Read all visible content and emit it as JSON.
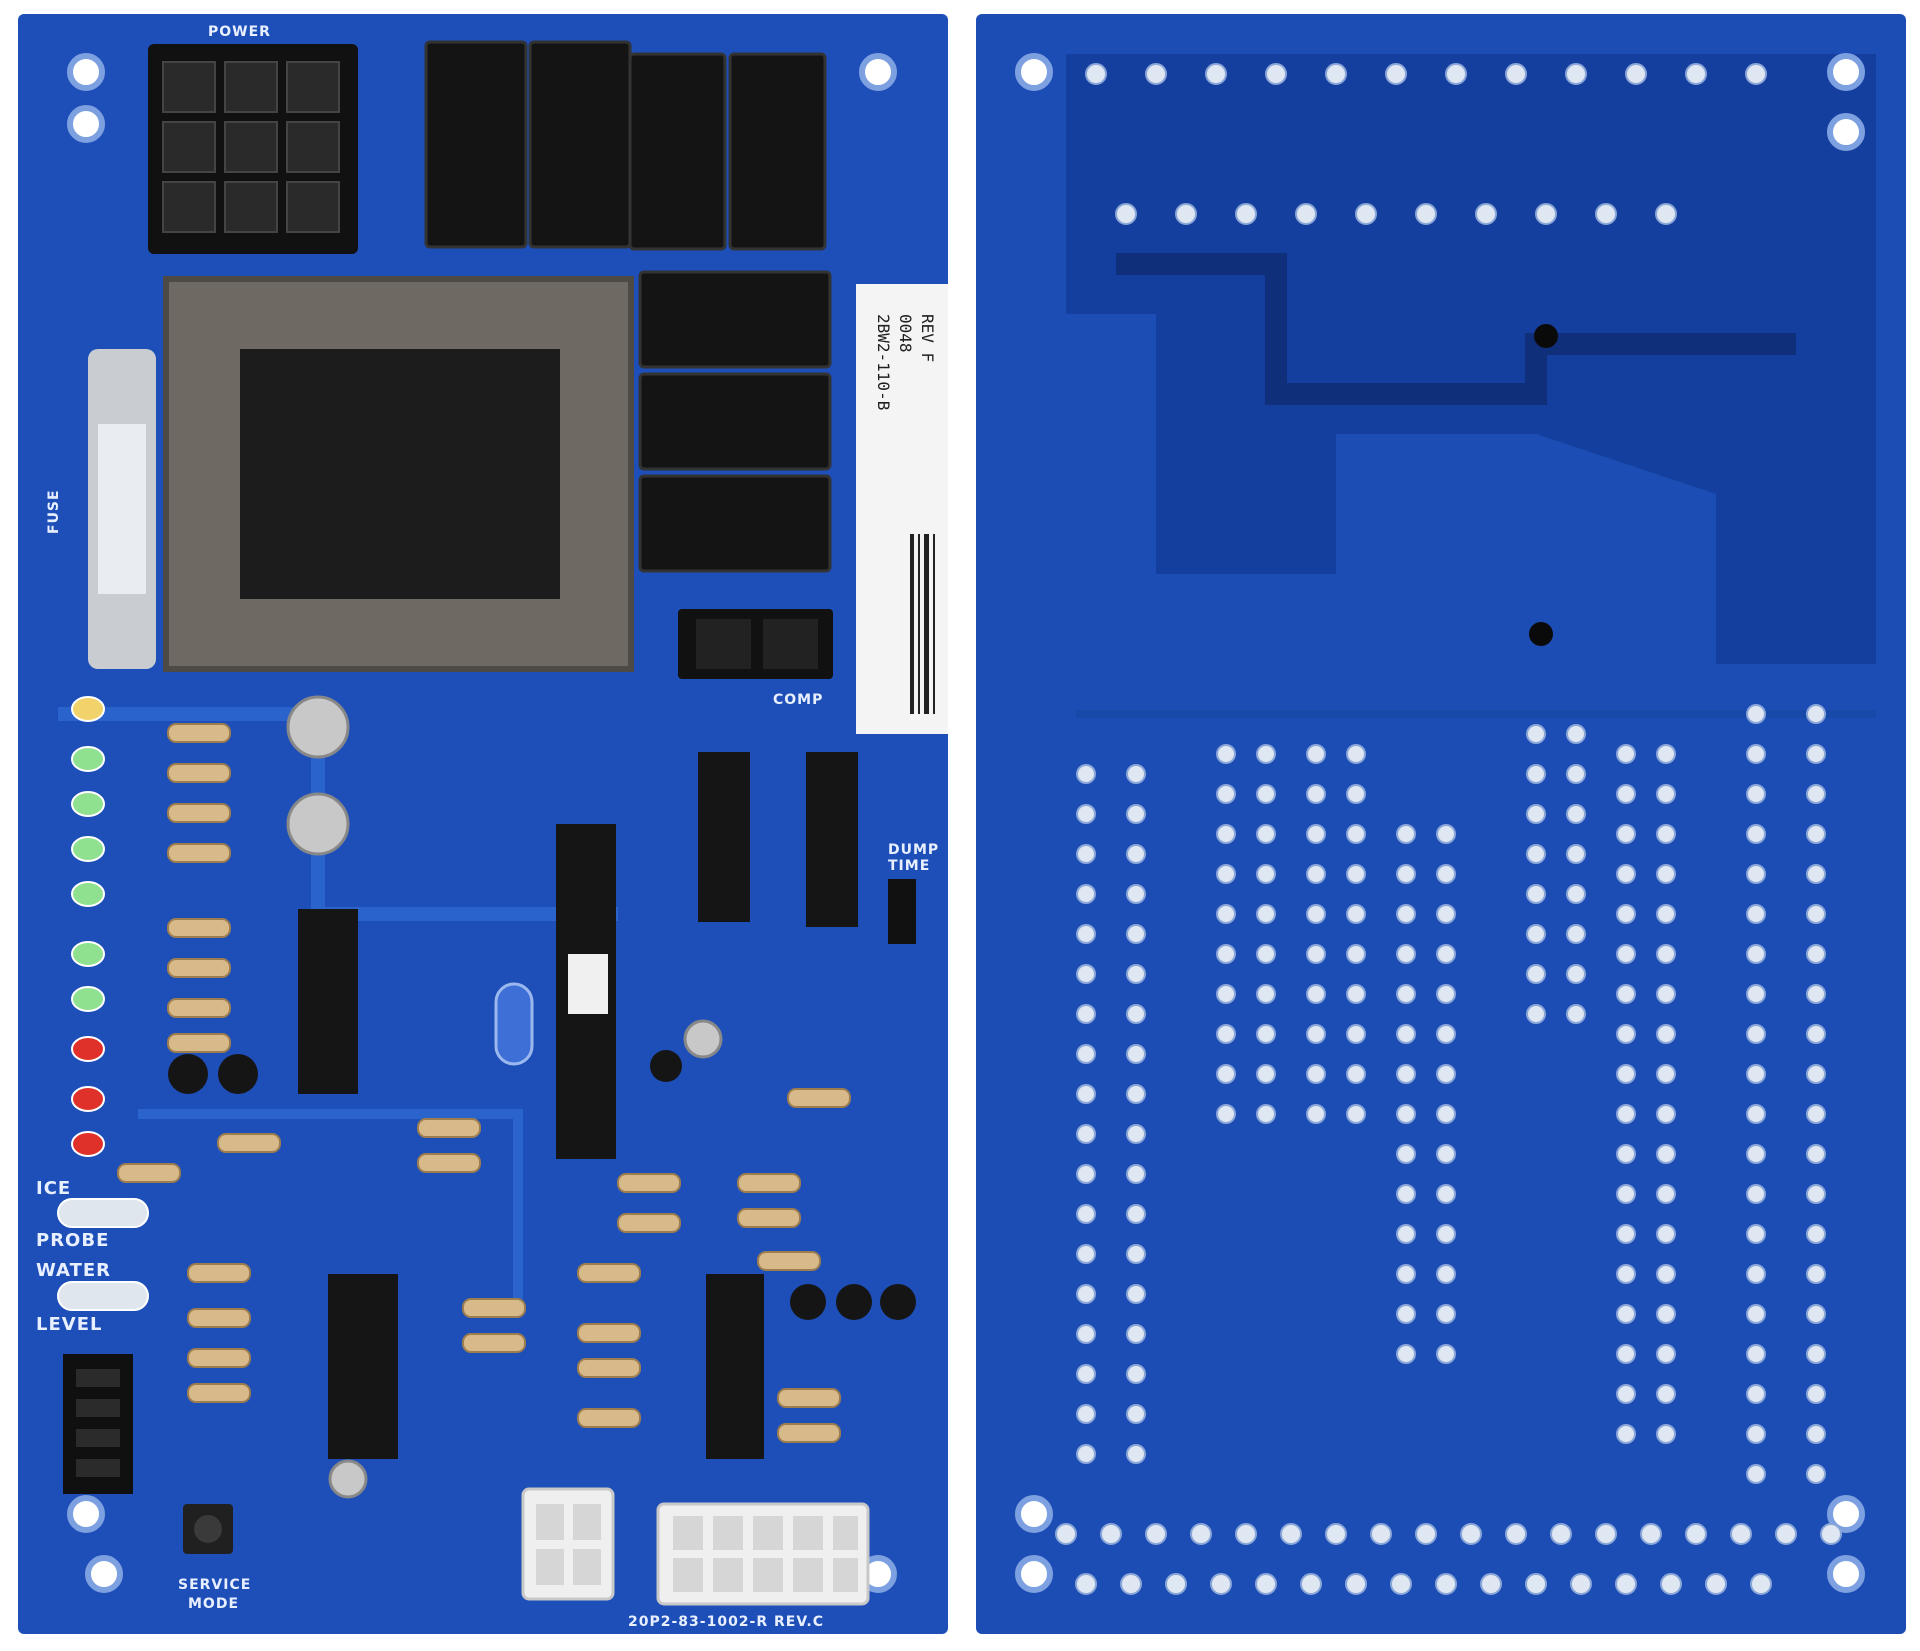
{
  "photo": {
    "front_board": {
      "labels": {
        "power": "POWER",
        "fuse": "FUSE",
        "ice_probe": [
          "ICE",
          "PROBE"
        ],
        "water_level": [
          "WATER",
          "LEVEL"
        ],
        "service_mode": [
          "SERVICE",
          "MODE"
        ],
        "dump_time": [
          "DUMP",
          "TIME"
        ],
        "comp": "COMP",
        "sticker": [
          "2BW2-110-B",
          "0048",
          "REV F"
        ],
        "part_number": "20P2-83-1002-R REV.C"
      },
      "led_colors": [
        "#f2d36b",
        "#8fe08f",
        "#8fe08f",
        "#8fe08f",
        "#8fe08f",
        "#8fe08f",
        "#8fe08f",
        "#e0302a",
        "#e0302a",
        "#e0302a"
      ]
    },
    "colors": {
      "board": "#1e4fb8",
      "board_dark": "#123a94",
      "board_back": "#1b4db5",
      "trace": "#0f2f7a",
      "silk": "#e8f0ff"
    }
  }
}
